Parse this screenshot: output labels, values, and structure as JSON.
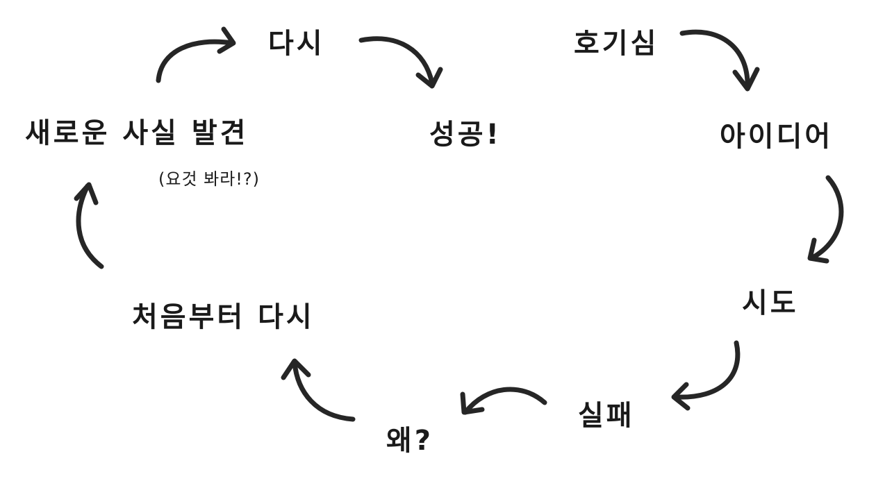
{
  "nodes": {
    "curiosity": "호기심",
    "idea": "아이디어",
    "attempt": "시도",
    "failure": "실패",
    "why": "왜?",
    "restart": "처음부터 다시",
    "discovery": "새로운 사실 발견",
    "discovery_note": "(요것 봐라!?)",
    "again": "다시",
    "success": "성공!"
  },
  "colors": {
    "ink": "#1a1a1a",
    "background": "#ffffff"
  }
}
